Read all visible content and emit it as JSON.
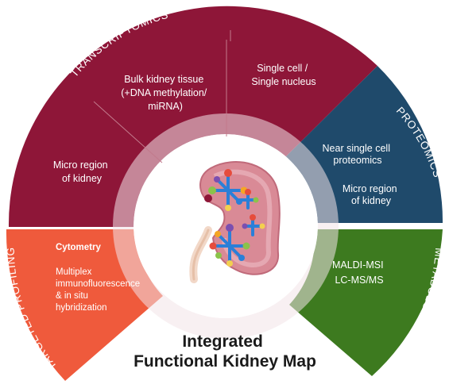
{
  "colors": {
    "transcriptomics": "#8e1638",
    "proteomics": "#1f4a6b",
    "metabolomics": "#3d7a1f",
    "targeted_profiling": "#ef5a3c",
    "inner_ring": "#e8d9dd",
    "kidney": "#d98a96"
  },
  "segments": {
    "transcriptomics": {
      "title": "TRANSCRIPTOMICS",
      "items": {
        "micro_region": [
          "Micro region",
          "of kidney"
        ],
        "bulk": [
          "Bulk kidney tissue",
          "(+DNA methylation/",
          "miRNA)"
        ],
        "single_cell": [
          "Single cell /",
          "Single nucleus"
        ]
      }
    },
    "proteomics": {
      "title": "PROTEOMICS",
      "items": {
        "near_single_cell": [
          "Near single cell",
          "proteomics"
        ],
        "micro_region": [
          "Micro region",
          "of kidney"
        ]
      }
    },
    "metabolomics": {
      "title": "METABOLOMICS",
      "items": [
        "MALDI-MSI",
        "LC-MS/MS"
      ]
    },
    "targeted_profiling": {
      "title": "TARGETED PROFILING",
      "items": {
        "cytometry": "Cytometry",
        "multiplex": [
          "Multiplex",
          "immunofluorescence",
          "& in situ",
          "hybridization"
        ]
      }
    }
  },
  "title": [
    "Integrated",
    "Functional Kidney Map"
  ],
  "icons": [
    "kidney-icon",
    "antibody-icon",
    "molecule-dot-icon"
  ]
}
